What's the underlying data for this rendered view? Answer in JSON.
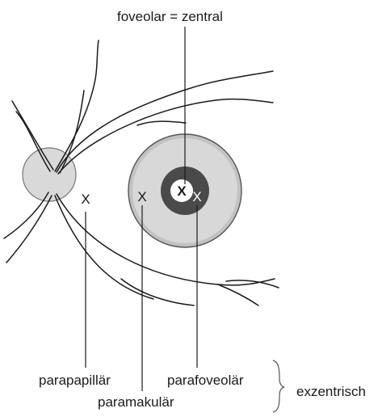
{
  "labels": {
    "foveolar_zentral": "foveolar = zentral",
    "parapapillar": "parapapillär",
    "parafoveolar": "parafoveolär",
    "paramakular": "paramakulär",
    "exzentrisch": "exzentrisch"
  },
  "markers": {
    "parapapillar_mark": "X",
    "paramakular_mark": "X",
    "foveolar_mark": "X",
    "parafoveolar_mark": "X"
  },
  "colors": {
    "background": "#ffffff",
    "ink": "#1a1a1a",
    "disc_fill": "#d9d9d9",
    "macula_outer": "#c2c2c2",
    "macula_middle": "#d8d8d8",
    "fovea_dark": "#4a4a4a",
    "foveola_white": "#ffffff"
  }
}
